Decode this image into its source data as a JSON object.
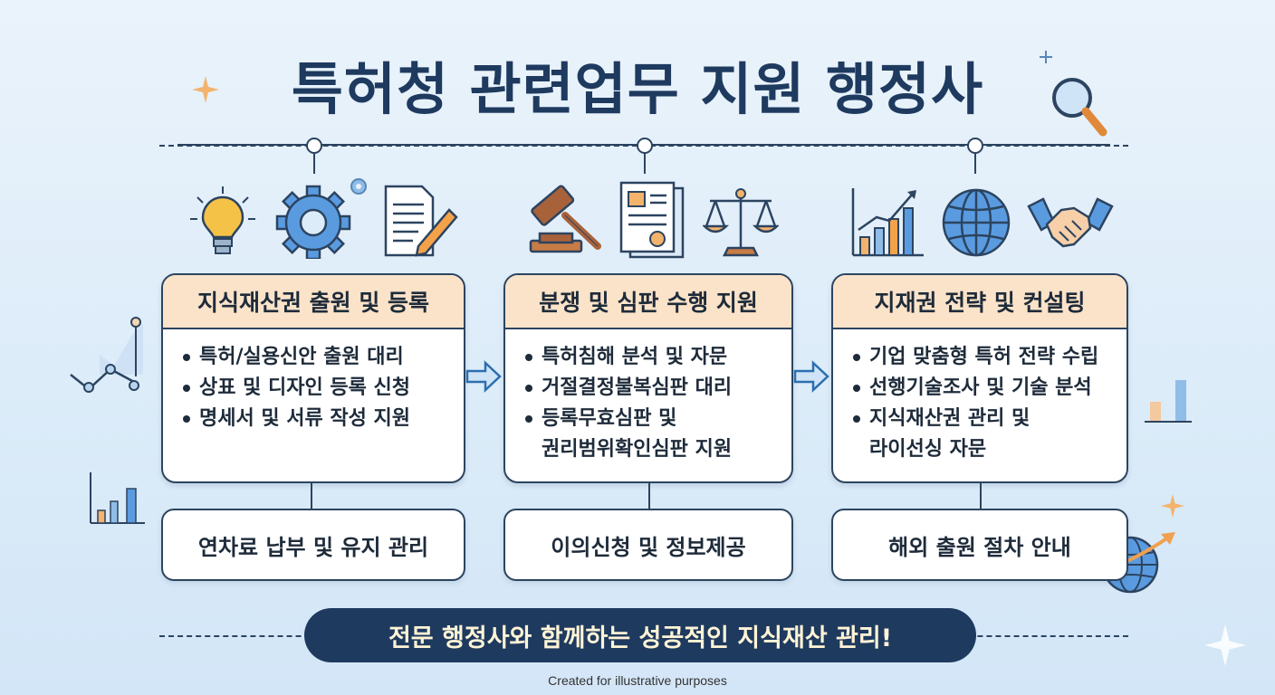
{
  "title": "특허청 관련업무 지원 행정사",
  "columns": [
    {
      "heading": "지식재산권 출원 및 등록",
      "items": [
        "특허/실용신안 출원 대리",
        "상표 및 디자인 등록 신청",
        "명세서 및 서류 작성 지원"
      ],
      "sub": "연차료 납부 및 유지 관리",
      "icons": [
        "lightbulb-icon",
        "gear-icon",
        "document-pencil-icon"
      ]
    },
    {
      "heading": "분쟁 및 심판 수행 지원",
      "items": [
        "특허침해 분석 및 자문",
        "거절결정불복심판 대리",
        "등록무효심판 및",
        "권리범위확인심판 지원"
      ],
      "sub": "이의신청 및 정보제공",
      "icons": [
        "gavel-icon",
        "certificate-icon",
        "scales-icon"
      ]
    },
    {
      "heading": "지재권 전략 및 컨설팅",
      "items": [
        "기업 맞춤형 특허 전략 수립",
        "선행기술조사 및 기술 분석",
        "지식재산권 관리 및",
        "라이선싱 자문"
      ],
      "sub": "해외 출원 절차 안내",
      "icons": [
        "growth-chart-icon",
        "globe-icon",
        "handshake-icon"
      ]
    }
  ],
  "banner": "전문 행정사와 함께하는 성공적인 지식재산 관리!",
  "footer": "Created for illustrative purposes",
  "colors": {
    "navy": "#1f3a5f",
    "header_peach": "#fbe3c9",
    "accent_blue": "#4a8fd6",
    "accent_orange": "#f0a050"
  }
}
